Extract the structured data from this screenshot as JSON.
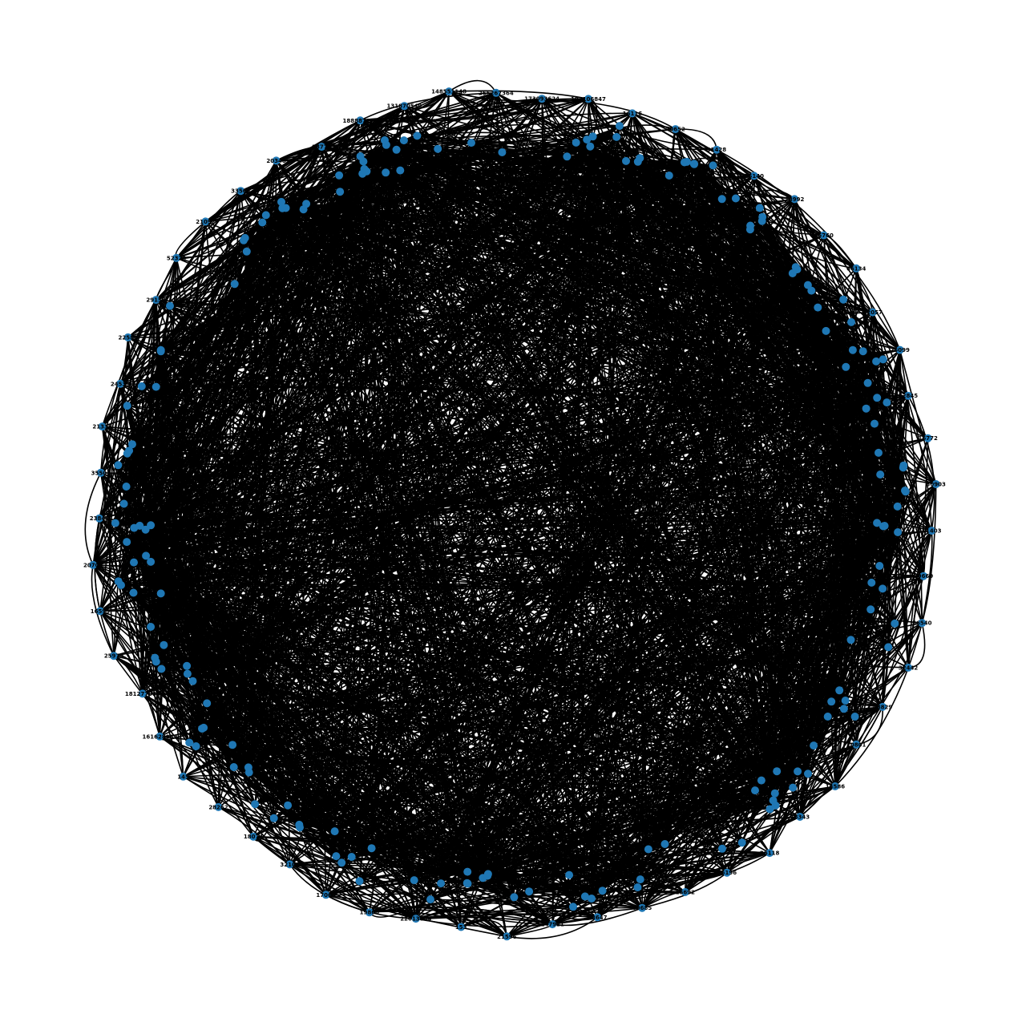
{
  "graph": {
    "node_color": "#1f77b4",
    "edge_color": "#000000",
    "labeled_nodes": [
      "197106847",
      "173093624",
      "265267364",
      "148551148",
      "131870540",
      "188887179",
      "28770",
      "20348",
      "33563",
      "21092",
      "52320",
      "29153",
      "22580",
      "24539",
      "21338",
      "35503",
      "23840",
      "20709",
      "16593",
      "25979",
      "181277093",
      "161628089",
      "145",
      "28262",
      "18074",
      "32101",
      "17063",
      "19860",
      "22613854",
      "153",
      "21596",
      "147921",
      "43647",
      "69685",
      "15692",
      "55196",
      "26118",
      "18343",
      "14586",
      "10801",
      "48829",
      "32442",
      "66540",
      "39669",
      "11403",
      "30903",
      "16772",
      "12845",
      "25099",
      "32057",
      "66134",
      "45760",
      "78992",
      "35140",
      "31428",
      "40652",
      "16116"
    ],
    "inner_node_count": 180,
    "edge_count": 3200
  }
}
